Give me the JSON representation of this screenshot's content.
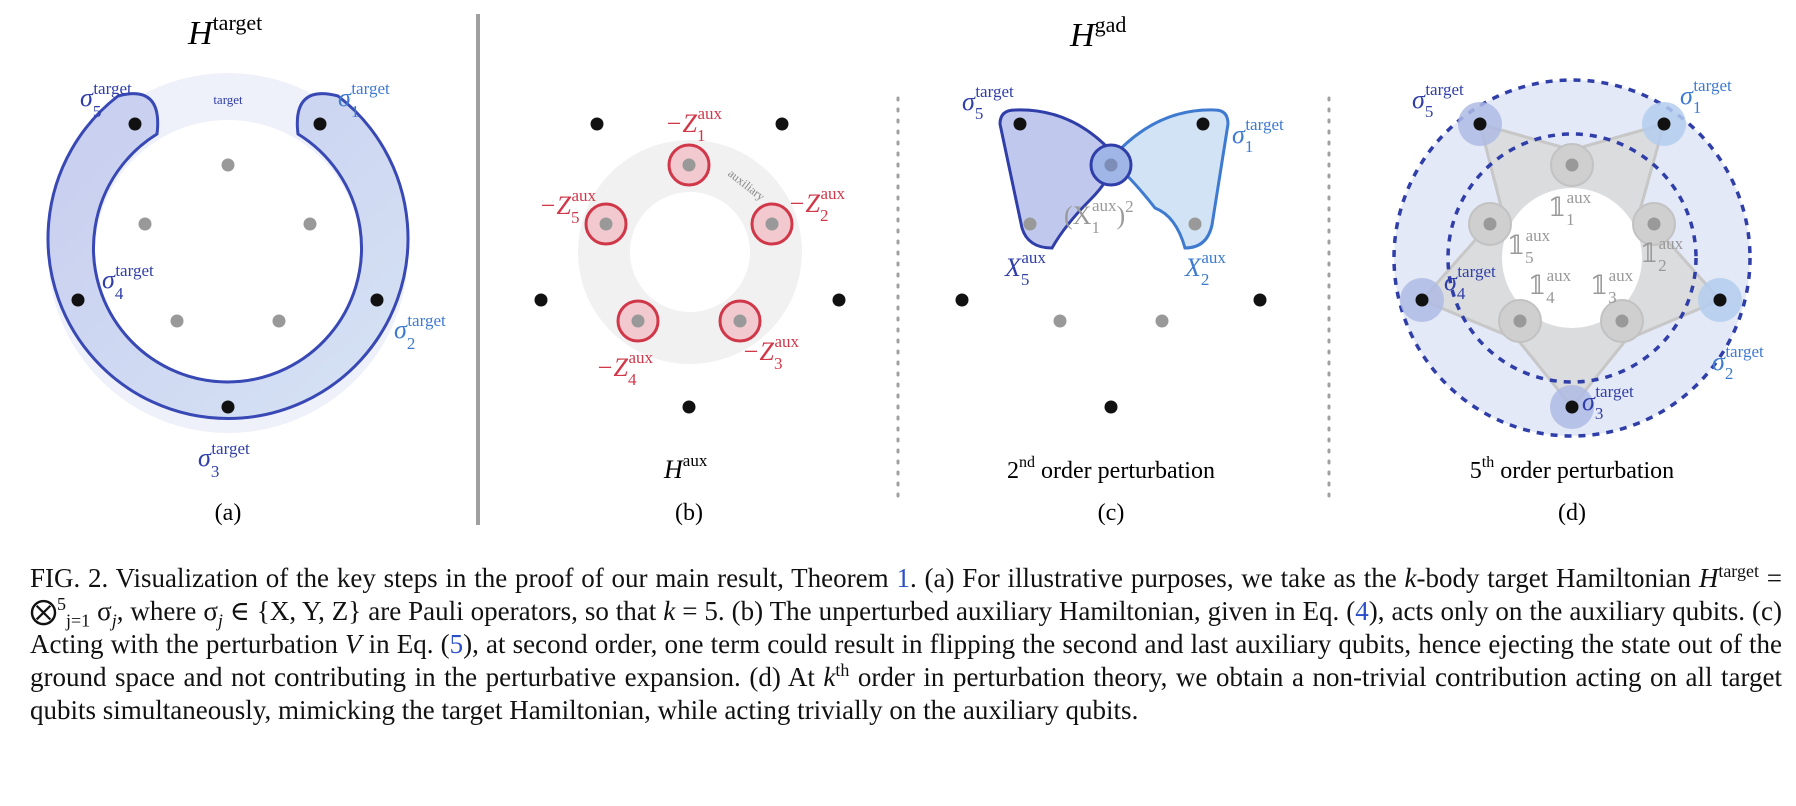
{
  "panels": {
    "a": {
      "title_base": "H",
      "title_sup": "target",
      "label": "(a)",
      "region_label": "target",
      "sigma_base": "σ",
      "sigma_sup": "target",
      "sigma_subs": [
        "1",
        "2",
        "3",
        "4",
        "5"
      ]
    },
    "b": {
      "label": "(b)",
      "bottom_base": "H",
      "bottom_sup": "aux",
      "region_label": "auxiliary",
      "z_base": "−Z",
      "z_sup": "aux",
      "z_subs": [
        "1",
        "2",
        "3",
        "4",
        "5"
      ]
    },
    "c": {
      "label": "(c)",
      "group_title_base": "H",
      "group_title_sup": "gad",
      "bottom_pre": "2",
      "bottom_sup": "nd",
      "bottom_post": " order perturbation",
      "sigma_base": "σ",
      "sigma_sup": "target",
      "sigma_subs": [
        "5",
        "1"
      ],
      "x_base": "X",
      "x_sup": "aux",
      "x_subs": [
        "5",
        "2"
      ],
      "middle_base": "(X",
      "middle_sup": "aux",
      "middle_sub": "1",
      "middle_close": ")",
      "middle_power": "2"
    },
    "d": {
      "label": "(d)",
      "bottom_pre": "5",
      "bottom_sup": "th",
      "bottom_post": " order perturbation",
      "sigma_base": "σ",
      "sigma_sup": "target",
      "sigma_subs": [
        "5",
        "1",
        "4",
        "2",
        "3"
      ],
      "id_base": "𝟙",
      "id_sup": "aux",
      "id_subs": [
        "1",
        "5",
        "2",
        "4",
        "3"
      ]
    }
  },
  "caption": {
    "fig_label": "FIG. 2.",
    "s1": " Visualization of the key steps in the proof of our main result, Theorem ",
    "theorem_ref": "1",
    "s2": ". (a) For illustrative purposes, we take as the ",
    "k1": "k",
    "s3": "-body target Hamiltonian ",
    "H": "H",
    "target_sup": "target",
    "s4": " = ⨂",
    "prod_sup": "5",
    "prod_sub": "j=1",
    "s5": " σ",
    "j_sub": "j",
    "s6": ", where σ",
    "j_sub2": "j",
    "s7": " ∈ {X, Y, Z} are Pauli operators, so that ",
    "k2": "k",
    "s8": " = 5. (b) The unperturbed auxiliary Hamiltonian, given in Eq. (",
    "eq4": "4",
    "s9": "), acts only on the auxiliary qubits. (c) Acting with the perturbation ",
    "V": "V",
    "s10": " in Eq. (",
    "eq5": "5",
    "s11": "), at second order, one term could result in flipping the second and last auxiliary qubits, hence ejecting the state out of the ground space and not contributing in the perturbative expansion. (d) At ",
    "k3": "k",
    "th_sup": "th",
    "s12": " order in perturbation theory, we obtain a non-trivial contribution acting on all target qubits simultaneously, mimicking the target Hamiltonian, while acting trivially on the auxiliary qubits."
  },
  "colors": {
    "target_dark": "#2f3ea8",
    "target_light": "#3e7ad0",
    "aux_red": "#d0384a",
    "qubit_black": "#111111",
    "qubit_gray": "#999999"
  }
}
